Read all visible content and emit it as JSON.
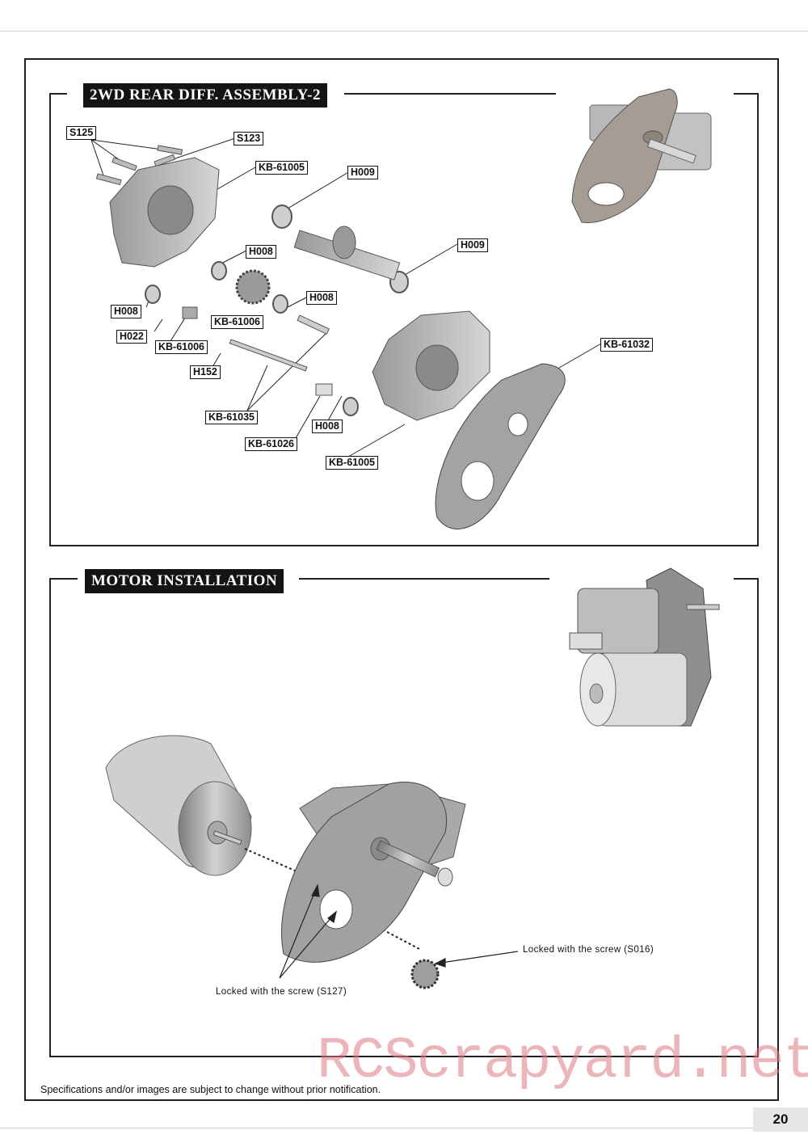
{
  "sections": {
    "diff": {
      "title": "2WD REAR DIFF. ASSEMBLY-2"
    },
    "motor": {
      "title": "MOTOR INSTALLATION"
    }
  },
  "callouts": {
    "s125": "S125",
    "s123": "S123",
    "kb61005_top": "KB-61005",
    "h009_top": "H009",
    "h008_a": "H008",
    "h009_right": "H009",
    "h008_b": "H008",
    "h008_left": "H008",
    "kb61006_mid": "KB-61006",
    "h022": "H022",
    "kb61006_low": "KB-61006",
    "kb61032": "KB-61032",
    "h152": "H152",
    "kb61035": "KB-61035",
    "h008_c": "H008",
    "kb61026": "KB-61026",
    "kb61005_bottom": "KB-61005"
  },
  "notes": {
    "pinion_screw": "Locked with the screw (S016)",
    "motor_screw": "Locked with the screw (S127)"
  },
  "footer": "Specifications and/or images are subject to change without prior notification.",
  "page_number": "20",
  "watermark": "RCScrapyard.net"
}
